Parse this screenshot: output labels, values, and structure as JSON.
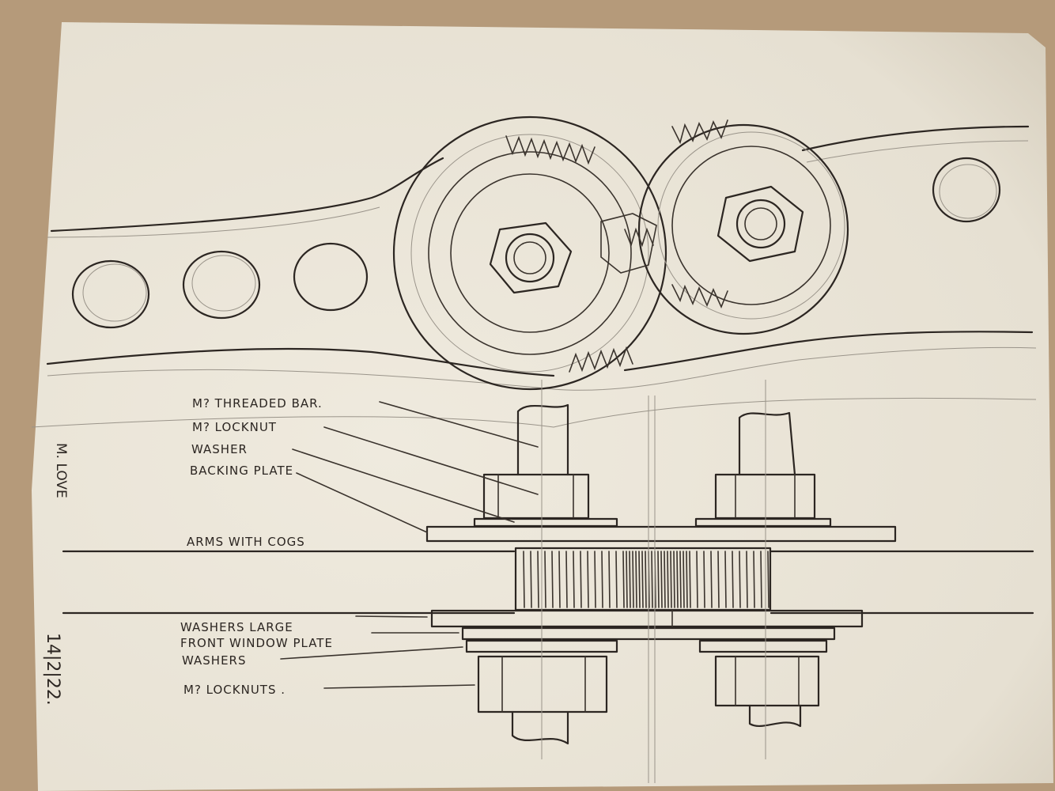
{
  "labels": {
    "threaded_bar": "M? THREADED BAR.",
    "locknut": "M? LOCKNUT",
    "washer": "WASHER",
    "backing_plate": "BACKING PLATE",
    "arms_with_cogs": "ARMS WITH COGS",
    "washers_large": "WASHERS LARGE",
    "front_window_plate": "FRONT WINDOW PLATE",
    "washers": "WASHERS",
    "locknuts": "M? LOCKNUTS ."
  },
  "signature": "M. LOVE",
  "date": "14|2|22.",
  "colors": {
    "paper": "#ebe6da",
    "ink": "#2c2622",
    "background": "#b59a7a"
  }
}
